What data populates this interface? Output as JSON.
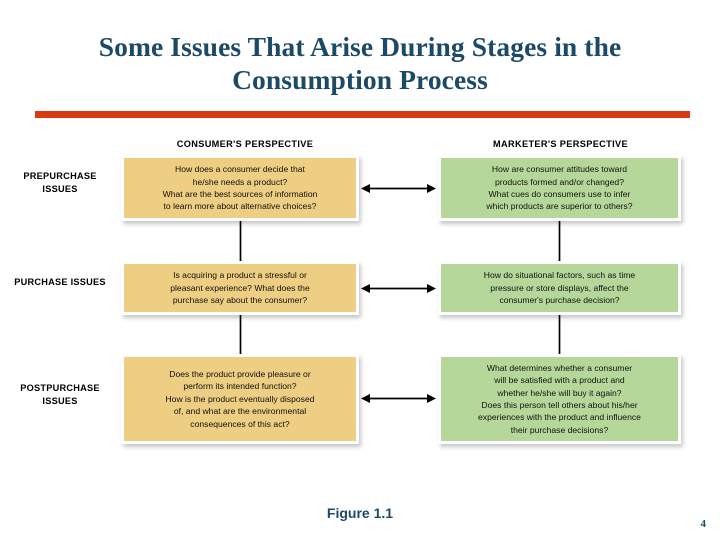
{
  "slide": {
    "title": "Some Issues That Arise During Stages in the Consumption Process",
    "accent_color": "#d93a14",
    "title_color": "#1c4a66",
    "caption": "Figure 1.1",
    "page_number": "4"
  },
  "diagram": {
    "column_headers": {
      "consumer": "CONSUMER'S PERSPECTIVE",
      "marketer": "MARKETER'S PERSPECTIVE"
    },
    "row_labels": [
      "PREPURCHASE\nISSUES",
      "PURCHASE\nISSUES",
      "POSTPURCHASE\nISSUES"
    ],
    "consumer_color": "#edce82",
    "marketer_color": "#b5d89a",
    "consumer_boxes": [
      "How does a consumer decide that\nhe/she needs a product?\nWhat are the best sources of information\nto learn more about alternative choices?",
      "Is acquiring a product a stressful or\npleasant experience? What does the\npurchase say about the consumer?",
      "Does the product provide pleasure or\nperform its intended function?\nHow is the product eventually disposed\nof, and what are the environmental\nconsequences of this act?"
    ],
    "marketer_boxes": [
      "How are consumer attitudes toward\nproducts formed and/or changed?\nWhat cues do consumers use to infer\nwhich products are superior to others?",
      "How do situational factors, such as time\npressure or store displays, affect the\nconsumer's purchase decision?",
      "What determines whether a consumer\nwill be satisfied with a product and\nwhether he/she will buy it again?\nDoes this person tell others about his/her\nexperiences with the product and influence\ntheir purchase decisions?"
    ]
  }
}
